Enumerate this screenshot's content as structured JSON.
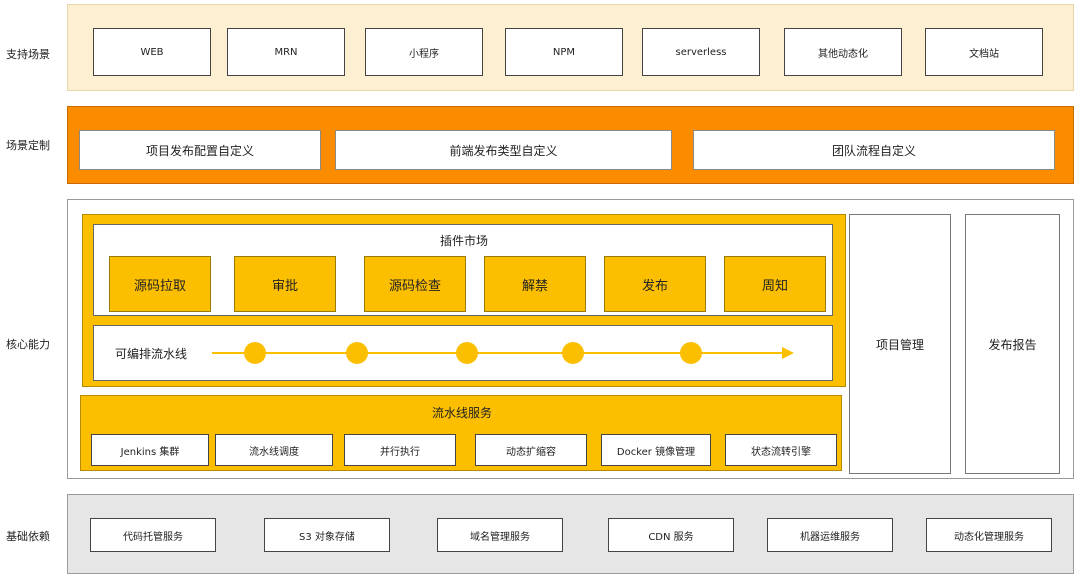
{
  "rows": {
    "scenarios": {
      "label": "支持场景",
      "items": [
        "WEB",
        "MRN",
        "小程序",
        "NPM",
        "serverless",
        "其他动态化",
        "文档站"
      ]
    },
    "customization": {
      "label": "场景定制",
      "items": [
        "项目发布配置自定义",
        "前端发布类型自定义",
        "团队流程自定义"
      ]
    },
    "core": {
      "label": "核心能力",
      "plugin_market": {
        "title": "插件市场",
        "plugins": [
          "源码拉取",
          "审批",
          "源码检查",
          "解禁",
          "发布",
          "周知"
        ]
      },
      "pipeline": {
        "label": "可编排流水线",
        "node_count": 5
      },
      "pipeline_service": {
        "title": "流水线服务",
        "items": [
          "Jenkins 集群",
          "流水线调度",
          "并行执行",
          "动态扩缩容",
          "Docker 镜像管理",
          "状态流转引擎"
        ]
      },
      "project_management": "项目管理",
      "release_report": "发布报告"
    },
    "infrastructure": {
      "label": "基础依赖",
      "items": [
        "代码托管服务",
        "S3 对象存储",
        "域名管理服务",
        "CDN 服务",
        "机器运维服务",
        "动态化管理服务"
      ]
    }
  },
  "colors": {
    "scenario_bg": "#fdf0d2",
    "custom_bg": "#fb8c00",
    "accent_yellow": "#fbbf00",
    "infra_bg": "#e6e6e6"
  }
}
